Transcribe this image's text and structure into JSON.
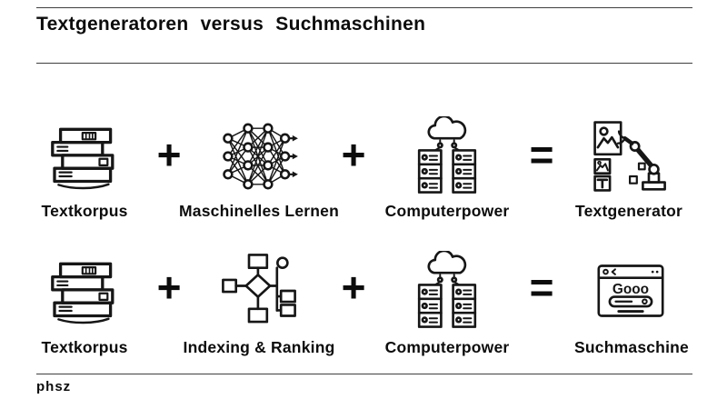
{
  "title": "Textgeneratoren versus Suchmaschinen",
  "operators": {
    "plus": "+",
    "equals": "="
  },
  "rows": [
    {
      "items": [
        {
          "label": "Textkorpus",
          "icon": "books-icon"
        },
        {
          "label": "Maschinelles Lernen",
          "icon": "neural-network-icon"
        },
        {
          "label": "Computerpower",
          "icon": "servers-cloud-icon"
        },
        {
          "label": "Textgenerator",
          "icon": "robot-arm-icon"
        }
      ]
    },
    {
      "items": [
        {
          "label": "Textkorpus",
          "icon": "books-icon"
        },
        {
          "label": "Indexing & Ranking",
          "icon": "flowchart-icon"
        },
        {
          "label": "Computerpower",
          "icon": "servers-cloud-icon"
        },
        {
          "label": "Suchmaschine",
          "icon": "browser-search-icon"
        }
      ]
    }
  ],
  "footer": {
    "logo": "phsz"
  },
  "colors": {
    "ink": "#161616",
    "line": "#3f3f3f",
    "background": "#ffffff"
  }
}
